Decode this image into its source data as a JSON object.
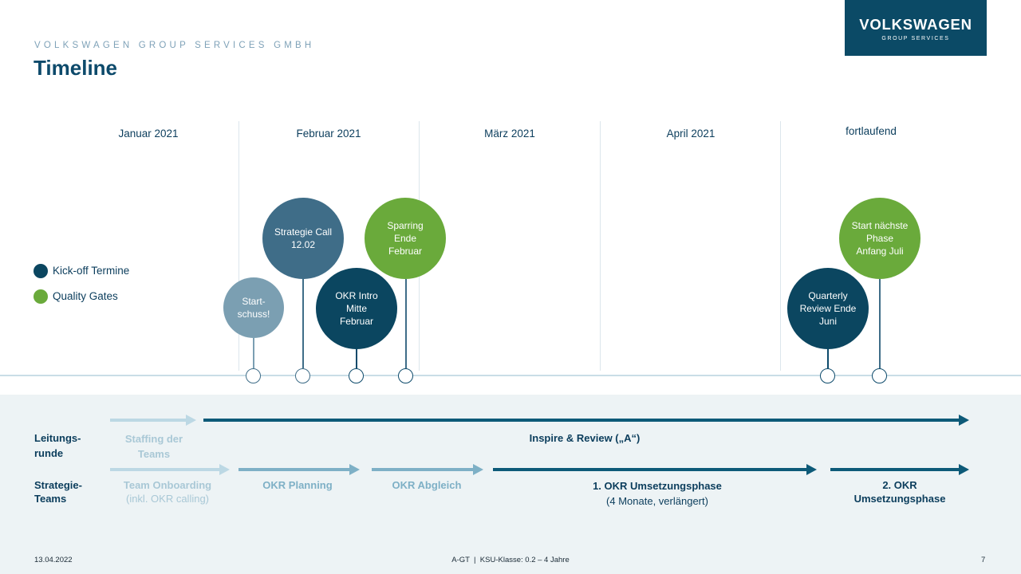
{
  "header": {
    "company": "VOLKSWAGEN GROUP SERVICES GMBH",
    "title": "Timeline",
    "logo_main": "VOLKSWAGEN",
    "logo_sub": "GROUP SERVICES"
  },
  "months": [
    "Januar 2021",
    "Februar 2021",
    "März 2021",
    "April 2021",
    "fortlaufend"
  ],
  "legend": {
    "kickoff": "Kick-off Termine",
    "quality": "Quality Gates"
  },
  "colors": {
    "navy": "#0b4660",
    "blue_mid": "#3f6d88",
    "blue_light": "#7b9fb2",
    "green": "#6aaa3b",
    "arrow_dark": "#0d5a78",
    "arrow_mid": "#7eb0c6",
    "arrow_pale": "#bcd8e4",
    "panel": "#edf3f5"
  },
  "milestones": {
    "startschuss": "Start-\nschuss!",
    "strategie_call": "Strategie Call\n12.02",
    "okr_intro": "OKR Intro\nMitte\nFebruar",
    "sparring": "Sparring\nEnde\nFebruar",
    "quarterly": "Quarterly\nReview Ende\nJuni",
    "start_naechste": "Start nächste\nPhase\nAnfang Juli"
  },
  "rows": {
    "leitungsrunde": "Leitungs-\nrunde",
    "strategie_teams": "Strategie-\nTeams"
  },
  "phases": {
    "staffing": "Staffing der\nTeams",
    "inspire": "Inspire & Review („A“)",
    "onboarding": "Team Onboarding",
    "onboarding_sub": "(inkl. OKR calling)",
    "okr_planning": "OKR Planning",
    "okr_abgleich": "OKR Abgleich",
    "umsetzung1": "1. OKR Umsetzungsphase",
    "umsetzung1_sub": "(4 Monate, verlängert)",
    "umsetzung2": "2. OKR\nUmsetzungsphase"
  },
  "footer": {
    "date": "13.04.2022",
    "center": "A-GT  |  KSU-Klasse: 0.2 – 4 Jahre",
    "page": "7"
  }
}
